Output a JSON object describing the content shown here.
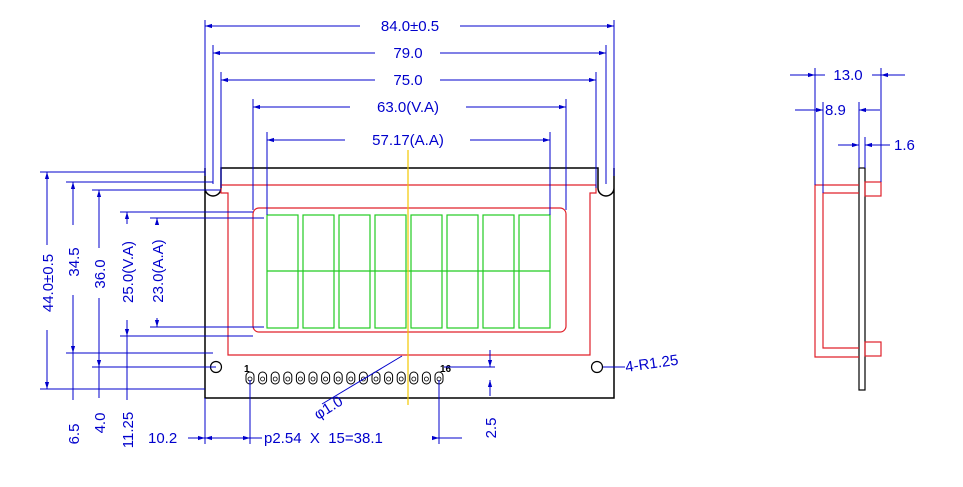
{
  "front_view": {
    "width_overall": "84.0±0.5",
    "width_holes": "79.0",
    "width_bezel": "75.0",
    "width_va": "63.0(V.A)",
    "width_aa": "57.17(A.A)",
    "height_overall": "44.0±0.5",
    "height_holes": "34.5",
    "height_bezel": "36.0",
    "height_va": "25.0(V.A)",
    "height_aa": "23.0(A.A)",
    "hole_callout": "4-R1.25",
    "pin_diameter": "φ1.0",
    "pin_first": "1",
    "pin_last": "16",
    "dim_6_5": "6.5",
    "dim_4_0": "4.0",
    "dim_11_25": "11.25",
    "dim_10_2": "10.2",
    "pin_pitch": "p2.54  X  15=38.1",
    "dim_2_5": "2.5",
    "character_count": 8
  },
  "side_view": {
    "thickness_total": "13.0",
    "thickness_module": "8.9",
    "thickness_pcb": "1.6"
  },
  "colors": {
    "dimension": "#0000cc",
    "outline": "#000000",
    "bezel": "#e0202a",
    "active_area": "#22cc22",
    "centerline": "#f2c800"
  }
}
